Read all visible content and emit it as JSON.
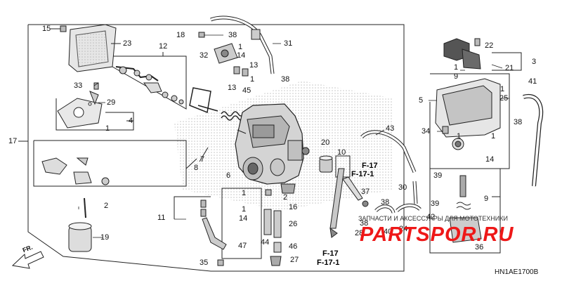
{
  "labels": {
    "n1a": "1",
    "n1b": "1",
    "n1c": "1",
    "n1d": "1",
    "n1e": "1",
    "n1f": "1",
    "n2a": "2",
    "n2b": "2",
    "n3": "3",
    "n4": "4",
    "n5": "5",
    "n6": "6",
    "n7": "7",
    "n8": "8",
    "n9a": "9",
    "n9b": "9",
    "n10": "10",
    "n11": "11",
    "n12": "12",
    "n13a": "13",
    "n13b": "13",
    "n14a": "14",
    "n14b": "14",
    "n14c": "14",
    "n15": "15",
    "n16": "16",
    "n17": "17",
    "n18": "18",
    "n19": "19",
    "n20": "20",
    "n21": "21",
    "n22": "22",
    "n23": "23",
    "n24": "24",
    "n25": "25",
    "n26": "26",
    "n27": "27",
    "n28": "28",
    "n29": "29",
    "n30": "30",
    "n31": "31",
    "n32": "32",
    "n33": "33",
    "n34": "34",
    "n35": "35",
    "n36": "36",
    "n37": "37",
    "n38a": "38",
    "n38b": "38",
    "n38c": "38",
    "n38d": "38",
    "n38e": "38",
    "n39a": "39",
    "n39b": "39",
    "n40": "40",
    "n41": "41",
    "n42": "42",
    "n43": "43",
    "n44": "44",
    "n45": "45",
    "n46": "46",
    "n47": "47"
  },
  "refs": {
    "f17_a": "F-17",
    "f171_a": "F-17-1",
    "f17_b": "F-17",
    "f171_b": "F-17-1"
  },
  "direction_arrow": "FR.",
  "watermark": {
    "main": "PARTSPOR.RU",
    "sub": "ЗАПЧАСТИ И АКСЕССУАРЫ ДЛЯ МОТОТЕХНИКИ"
  },
  "diagram_code": "HN1AE1700B",
  "colors": {
    "line": "#1a1a1a",
    "part_fill": "#d8d8d8",
    "part_dark": "#555555",
    "watermark_red": "#ee1818"
  }
}
